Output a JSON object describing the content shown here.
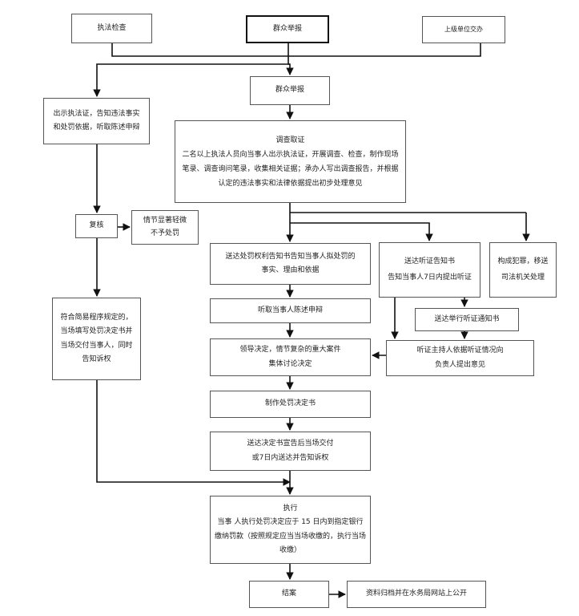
{
  "nodes": {
    "inspection": "执法检查",
    "public_report_top": "群众举报",
    "superior_transfer": "上级单位交办",
    "public_report": "群众举报",
    "show_certificate": "出示执法证，告知违法事实\n和处罚依据，听取陈述申辩",
    "investigation": "调查取证\n二名以上执法人员向当事人出示执法证，开展调查、检查，制作现场\n笔录、调查询问笔录，收集相关证据；承办人写出调查报告，并根据\n认定的违法事实和法律依据提出初步处理意见",
    "review": "复核",
    "minor_no_penalty": "情节显著轻微\n不予处罚",
    "penalty_notice": "送达处罚权利告知书告知当事人拟处罚的\n事实、理由和依据",
    "hearing_notice": "送达听证告知书\n告知当事人7日内提出听证",
    "transfer_judicial": "构成犯罪，移送\n司法机关处理",
    "listen_defense": "听取当事人陈述申辩",
    "hearing_hold_notice": "送达举行听证通知书",
    "simple_procedure": "符合简易程序规定的，\n当场填写处罚决定书并\n当场交付当事人，同时\n告知诉权",
    "leader_decision": "领导决定，情节复杂的重大案件\n集体讨论决定",
    "hearing_opinion": "听证主持人依据听证情况向\n负责人提出意见",
    "make_decision": "制作处罚决定书",
    "deliver_decision": "送达决定书宣告后当场交付\n或7日内送达并告知诉权",
    "execution": "执行\n当事 人执行处罚决定应于 15 日内到指定银行\n缴纳罚款（按照规定应当当场收缴的，执行当场\n收缴）",
    "close_case": "结案",
    "archive": "资料归档并在水务局网站上公开"
  }
}
